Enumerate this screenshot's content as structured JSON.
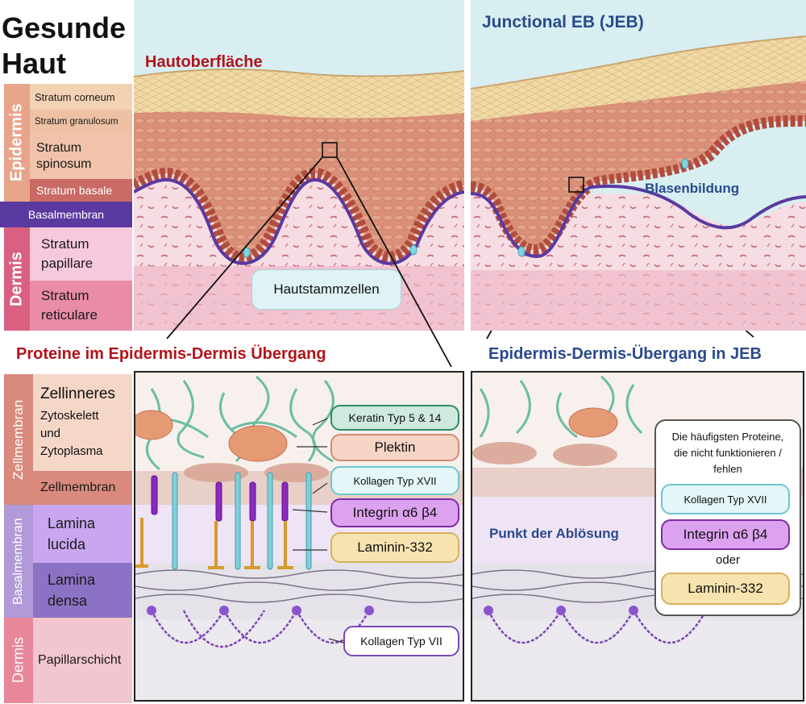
{
  "colors": {
    "epidermis": "#e8a58a",
    "dermis": "#e7879c",
    "basement": "#6a3fa0",
    "red_title": "#b3121b",
    "blue_title": "#2a4a8c",
    "keratin": "#2e8a6a",
    "plectin": "#e0a08c",
    "collagen17": "#6cc6cf",
    "integrin": "#8a2ac0",
    "laminin": "#e3b45a",
    "collagen7": "#7a47b8"
  },
  "top_left": {
    "title_line1": "Gesunde",
    "title_line2": "Haut",
    "group_epidermis": "Epidermis",
    "group_dermis": "Dermis",
    "layers": [
      {
        "label": "Stratum corneum"
      },
      {
        "label": "Stratum granulosum"
      },
      {
        "label": "Stratum\nspinosum"
      },
      {
        "label": "Stratum basale"
      },
      {
        "label": "Basalmembran"
      },
      {
        "label": "Stratum\npapillare"
      },
      {
        "label": "Stratum\nreticulare"
      }
    ]
  },
  "top_middle": {
    "label": "Hautoberfläche",
    "stem_cells": "Hautstammzellen"
  },
  "top_right": {
    "title": "Junctional EB (JEB)",
    "blister": "Blasenbildung"
  },
  "bottom_left": {
    "title": "Proteine im Epidermis-Dermis Übergang",
    "group_cell_membrane": "Zellmembran",
    "group_basement": "Basalmembran",
    "group_dermis": "Dermis",
    "rows": {
      "zellinneres": "Zellinneres",
      "zytoskelett": "Zytoskelett\nund\nZytoplasma",
      "zellmembran": "Zellmembran",
      "lamina_lucida": "Lamina\nlucida",
      "lamina_densa": "Lamina\ndensa",
      "papillar": "Papillarschicht"
    },
    "proteins": {
      "keratin": "Keratin Typ 5 & 14",
      "plektin": "Plektin",
      "kollagen17": "Kollagen Typ XVII",
      "integrin": "Integrin α6 β4",
      "laminin": "Laminin-332",
      "kollagen7": "Kollagen Typ VII"
    }
  },
  "bottom_right": {
    "title": "Epidermis-Dermis-Übergang in JEB",
    "detachment": "Punkt der Ablösung",
    "box_title": "Die häufigsten Proteine,\ndie nicht funktionieren /\nfehlen",
    "box_kollagen17": "Kollagen Typ XVII",
    "box_integrin": "Integrin α6 β4",
    "box_oder": "oder",
    "box_laminin": "Laminin-332"
  }
}
